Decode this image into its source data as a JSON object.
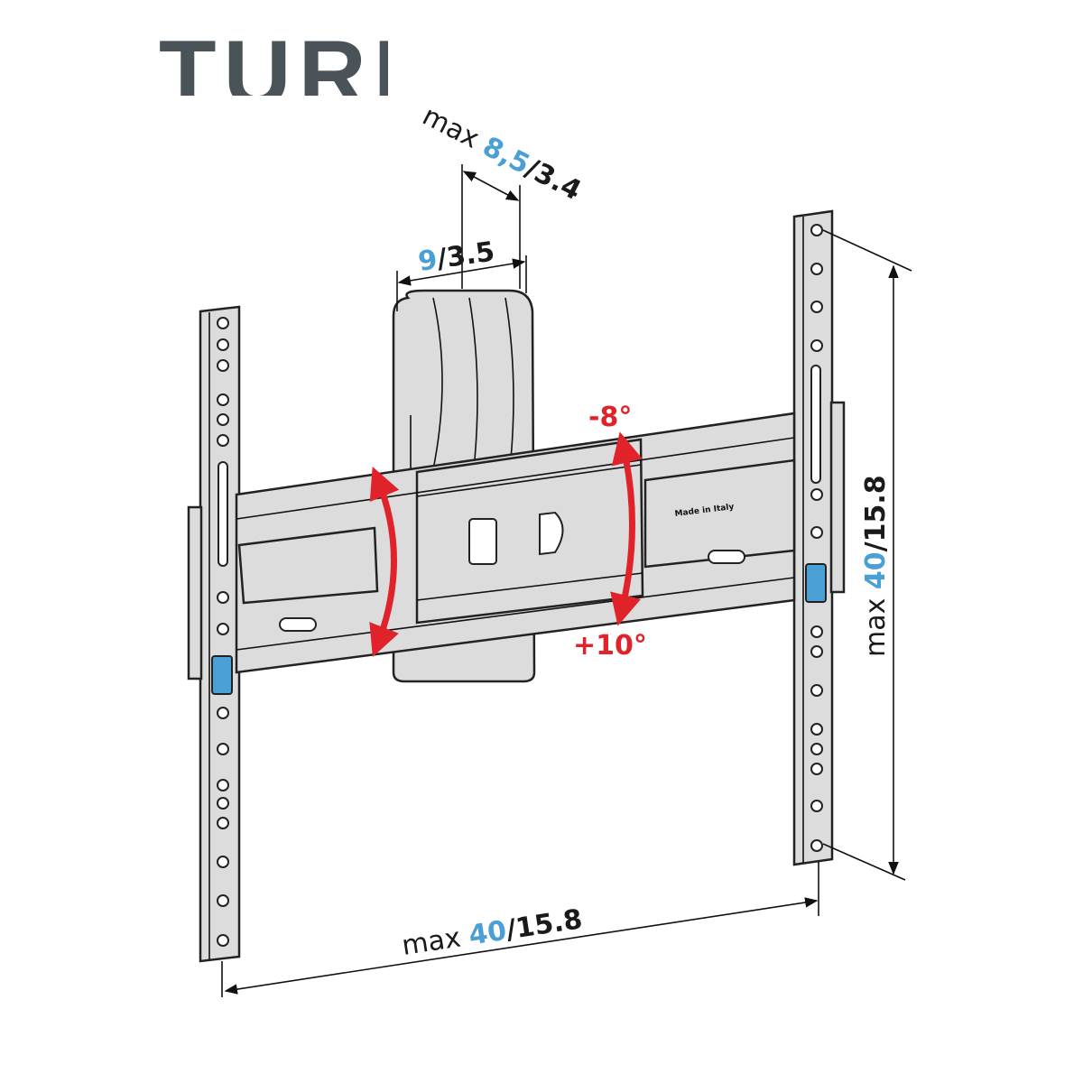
{
  "title": "TURN",
  "dimensions": {
    "depth_max": {
      "prefix": "max ",
      "metric": "8,5",
      "imperial": "/3.4"
    },
    "depth_min": {
      "metric": "9",
      "imperial": "/3.5"
    },
    "horizontal": {
      "prefix": "max ",
      "metric": "40",
      "imperial": "/15.8"
    },
    "vertical": {
      "prefix": "max ",
      "metric": "40",
      "imperial": "/15.8"
    }
  },
  "tilt": {
    "up": "-8°",
    "down": "+10°"
  },
  "bracket_label": "Made in Italy",
  "colors": {
    "metric": "#4a9fd5",
    "tilt": "#e0232b",
    "title": "#4a5358"
  }
}
